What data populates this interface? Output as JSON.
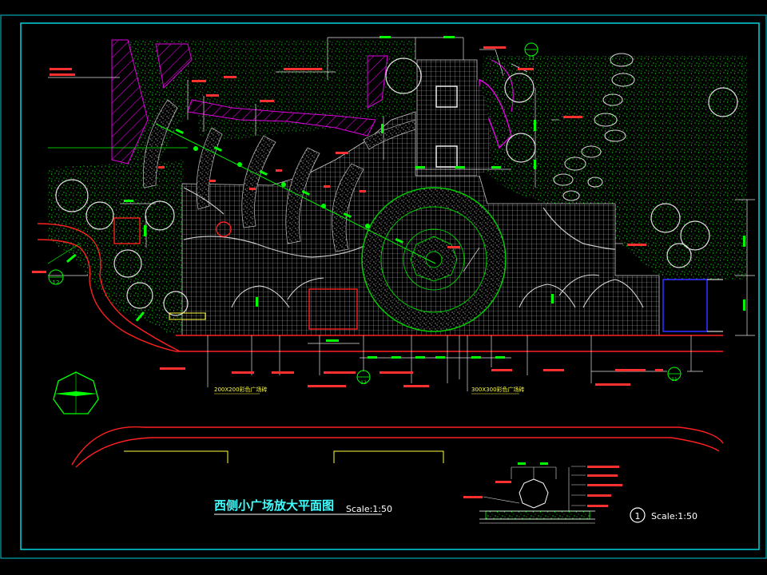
{
  "drawing": {
    "title": "西侧小广场放大平面图",
    "title_scale": "Scale:1:50",
    "detail_scale": "Scale:1:50",
    "detail_number": "1",
    "callout_marks": [
      "13",
      "12",
      "12",
      "11"
    ]
  },
  "labels": {
    "paving_a": "200X200彩色广场砖",
    "paving_b": "300X300彩色广场砖"
  },
  "colors": {
    "background": "#000000",
    "frame": "#00c8d0",
    "grid": "#c8c8c8",
    "hedge": "#00d000",
    "magenta": "#e000e0",
    "red": "#ff2020",
    "yellow": "#ffff40",
    "cyan_text": "#40ffff",
    "blue": "#3030ff"
  },
  "icons": [
    "north-arrow-icon",
    "tree-symbol-icon"
  ]
}
